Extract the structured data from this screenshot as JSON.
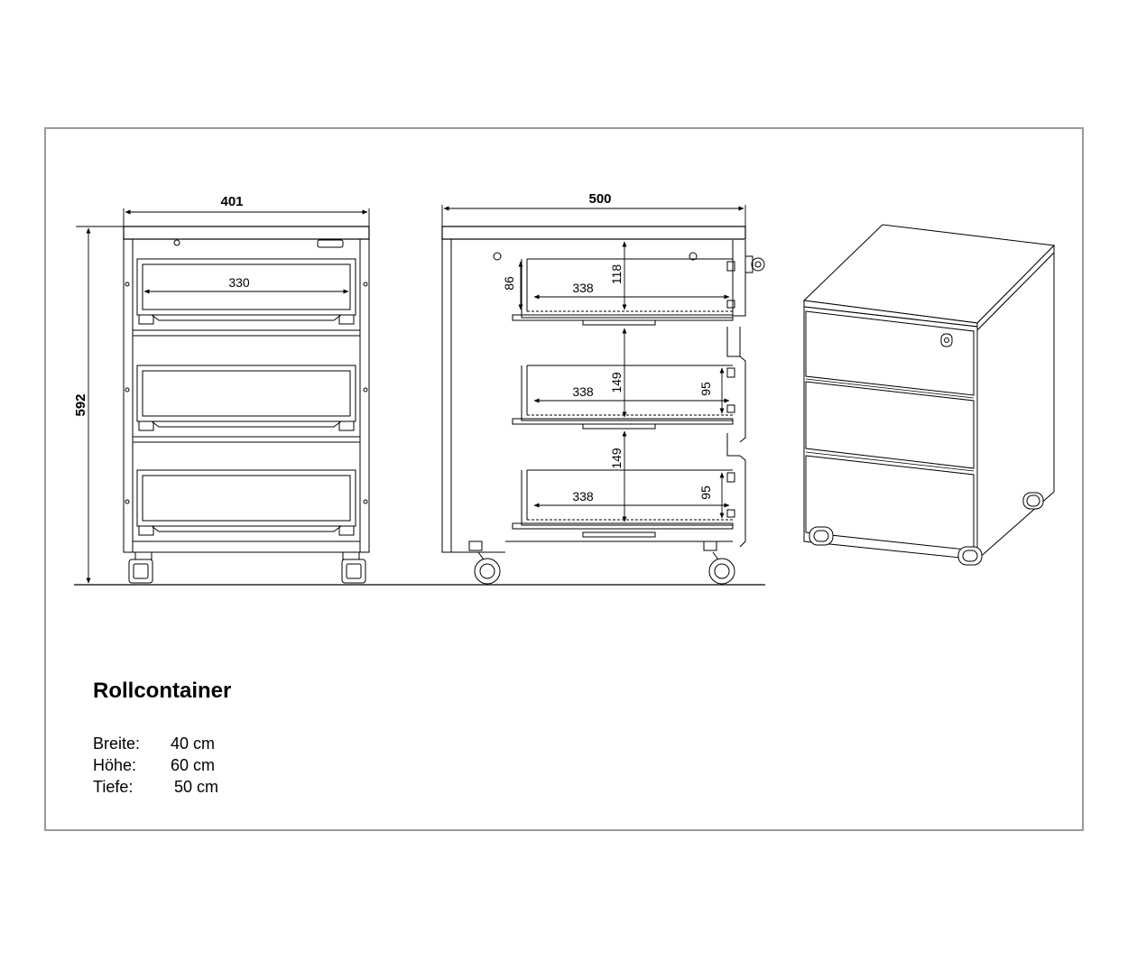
{
  "product": {
    "title": "Rollcontainer",
    "specs": [
      {
        "label": "Breite:",
        "value": "40 cm"
      },
      {
        "label": "Höhe:",
        "value": "60 cm"
      },
      {
        "label": "Tiefe:",
        "value": "50 cm"
      }
    ]
  },
  "front_view": {
    "width_dim": "401",
    "height_dim": "592",
    "inner_width_dim": "330"
  },
  "side_view": {
    "depth_dim": "500",
    "drawer_depth_1": "338",
    "drawer_depth_2": "338",
    "drawer_depth_3": "338",
    "drawer_height_top": "118",
    "drawer_side_top": "86",
    "drawer_height_mid": "149",
    "drawer_side_mid": "95",
    "drawer_height_bot": "149",
    "drawer_side_bot": "95"
  },
  "colors": {
    "line": "#000000",
    "frame": "#9a9a9a",
    "cabinet_fill": "#ffffff"
  }
}
